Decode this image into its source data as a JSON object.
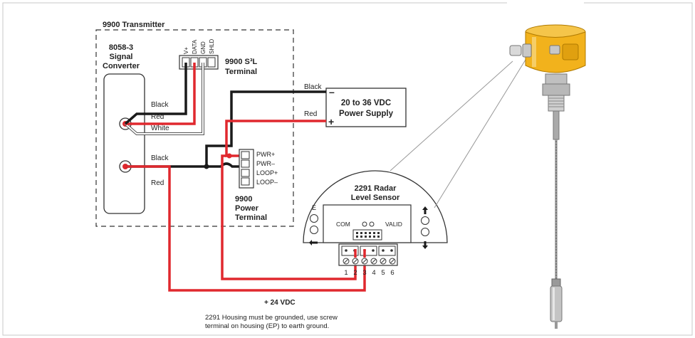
{
  "transmitter": {
    "title": "9900 Transmitter"
  },
  "converter": {
    "line1": "8058-3",
    "line2": "Signal",
    "line3": "Converter"
  },
  "sl_terminal": {
    "title_line1": "9900 S³L",
    "title_line2": "Terminal",
    "pins": [
      "V+",
      "DATA",
      "GND",
      "SHLD"
    ]
  },
  "power_supply": {
    "line1": "20 to 36 VDC",
    "line2": "Power Supply",
    "minus": "–",
    "plus": "+"
  },
  "power_terminal": {
    "title_line1": "9900",
    "title_line2": "Power",
    "title_line3": "Terminal",
    "pins": [
      "PWR+",
      "PWR–",
      "LOOP+",
      "LOOP–"
    ]
  },
  "wires": {
    "black_upper": "Black",
    "red_upper": "Red",
    "white": "White",
    "black_lower": "Black",
    "red_lower": "Red",
    "ps_black": "Black",
    "ps_red": "Red"
  },
  "sensor": {
    "title_line1": "2291 Radar",
    "title_line2": "Level Sensor",
    "e_label": "E",
    "com_label": "COM",
    "valid_label": "VALID",
    "terminal_numbers": [
      "1",
      "2",
      "3",
      "4",
      "5",
      "6"
    ]
  },
  "supply_note": "+ 24 VDC",
  "ground_note": {
    "line1": "2291 Housing must be grounded, use screw",
    "line2": "terminal on housing (EP) to earth ground."
  },
  "colors": {
    "wire_black": "#1a1a1a",
    "wire_red": "#e0282e",
    "wire_white": "#ffffff",
    "sensor_housing": "#f2b21c",
    "frame": "#555555"
  }
}
